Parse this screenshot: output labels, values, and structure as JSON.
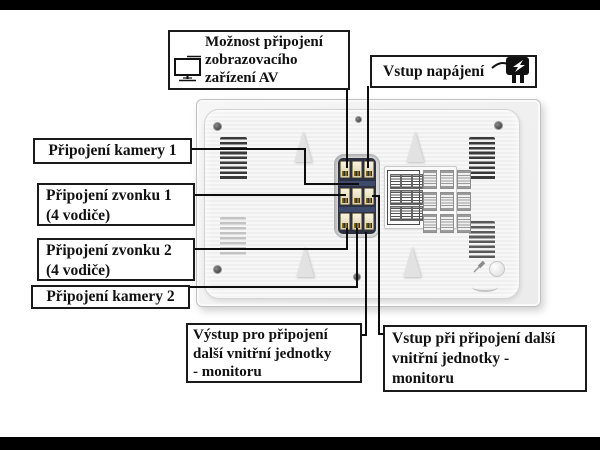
{
  "colors": {
    "background": "#ffffff",
    "letterbox": "#000000",
    "wire": "#0d0d0d",
    "callout_border": "#1a1a1a",
    "callout_bg": "#ffffff",
    "callout_text": "#111111",
    "device_shell": "#f1f1f1",
    "vent_dark": "#3a3a3a",
    "terminal_pcb": "#2c3040",
    "connector": "#efe7cf"
  },
  "callouts": {
    "av_display": {
      "icon": "monitor-icon",
      "lines": [
        "Možnost připojení",
        "zobrazovacího",
        "zařízení AV"
      ]
    },
    "power_input": {
      "icon": "power-plug-icon",
      "label": "Vstup napájení"
    },
    "camera_1": {
      "label": "Připojení kamery 1"
    },
    "doorbell_1": {
      "lines": [
        "Připojení zvonku 1",
        "(4 vodiče)"
      ]
    },
    "doorbell_2": {
      "lines": [
        "Připojení zvonku 2",
        "(4 vodiče)"
      ]
    },
    "camera_2": {
      "label": "Připojení kamery 2"
    },
    "monitor_output": {
      "lines": [
        "Výstup pro připojení",
        "další vnitřní jednotky",
        "- monitoru"
      ]
    },
    "monitor_input": {
      "lines": [
        "Vstup při připojení další",
        "vnitřní jednotky -",
        "monitoru"
      ]
    }
  }
}
